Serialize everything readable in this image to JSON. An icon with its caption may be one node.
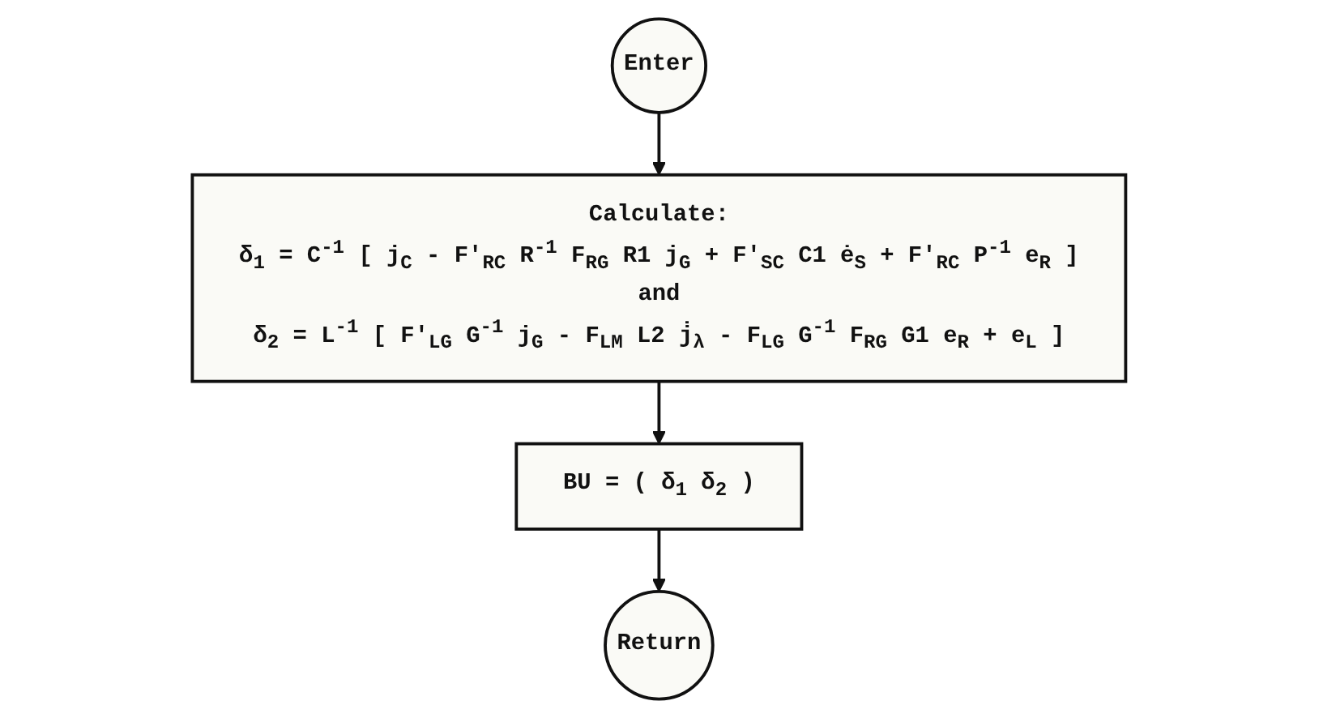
{
  "diagram": {
    "nodes": [
      {
        "text": [
          "Enter"
        ]
      },
      {
        "text": [
          "Calculate:",
          "δ$_{1}$ = C$^{-1}$ [ j$_{C}$ - F'$_{RC}$ R$^{-1}$ F$_{RG}$ R1 j$_{G}$ + F'$_{SC}$ C1 ė$_{S}$ + F'$_{RC}$ P$^{-1}$ e$_{R}$ ]",
          "and",
          "δ$_{2}$ = L$^{-1}$ [ F'$_{LG}$ G$^{-1}$ j$_{G}$ - F$_{LM}$ L2 j̇$_{λ}$ - F$_{LG}$ G$^{-1}$ F$_{RG}$ G1 e$_{R}$ + e$_{L}$ ]"
        ]
      },
      {
        "text": [
          "BU = ( δ$_{1}$ δ$_{2}$ )"
        ]
      },
      {
        "text": [
          "Return"
        ]
      }
    ],
    "edges": [
      {
        "from": 0,
        "to": 1,
        "arrow": "to"
      },
      {
        "from": 1,
        "to": 2,
        "arrow": "to"
      },
      {
        "from": 2,
        "to": 3,
        "arrow": "to"
      }
    ]
  }
}
